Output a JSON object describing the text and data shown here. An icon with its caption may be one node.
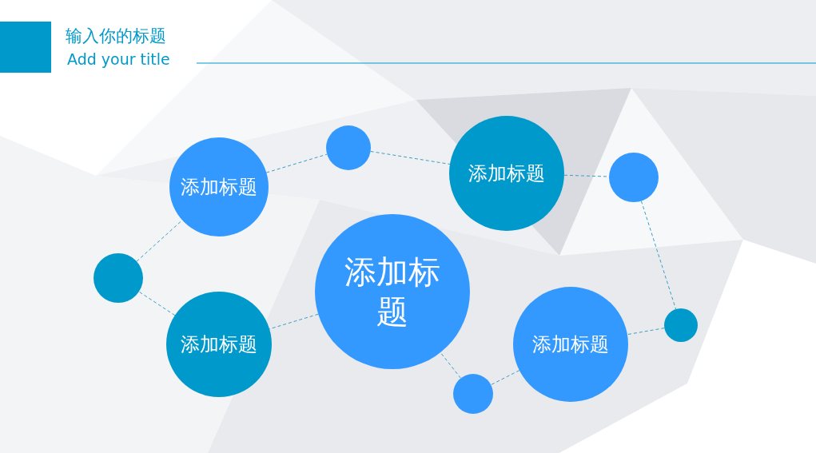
{
  "diagram": {
    "title": "输入你的标题",
    "nodes": [
      {
        "text": [
          "添加标题"
        ]
      },
      {
        "text": [
          "添加标题"
        ]
      },
      {
        "text": [
          "添加标题"
        ]
      },
      {
        "text": [
          "添加标题"
        ]
      },
      {
        "text": [
          "添加标题"
        ]
      },
      {
        "text": [],
        "shape": "circle"
      },
      {
        "text": [],
        "shape": "circle"
      },
      {
        "text": [],
        "shape": "circle"
      },
      {
        "text": [],
        "shape": "circle"
      },
      {
        "text": [],
        "shape": "circle"
      }
    ],
    "edges": [
      {
        "from": 1,
        "to": 5,
        "arrow": "none",
        "style": "dashed"
      },
      {
        "from": 5,
        "to": 2,
        "arrow": "none",
        "style": "dashed"
      },
      {
        "from": 2,
        "to": 6,
        "arrow": "none",
        "style": "dashed"
      },
      {
        "from": 6,
        "to": 8,
        "arrow": "none",
        "style": "dashed"
      },
      {
        "from": 8,
        "to": 4,
        "arrow": "none",
        "style": "dashed"
      },
      {
        "from": 4,
        "to": 9,
        "arrow": "none",
        "style": "dashed"
      },
      {
        "from": 9,
        "to": 0,
        "arrow": "none",
        "style": "dashed"
      },
      {
        "from": 0,
        "to": 3,
        "arrow": "none",
        "style": "dashed"
      },
      {
        "from": 3,
        "to": 7,
        "arrow": "none",
        "style": "dashed"
      },
      {
        "from": 7,
        "to": 1,
        "arrow": "none",
        "style": "dashed"
      }
    ],
    "labels": [
      "Add your title"
    ]
  }
}
